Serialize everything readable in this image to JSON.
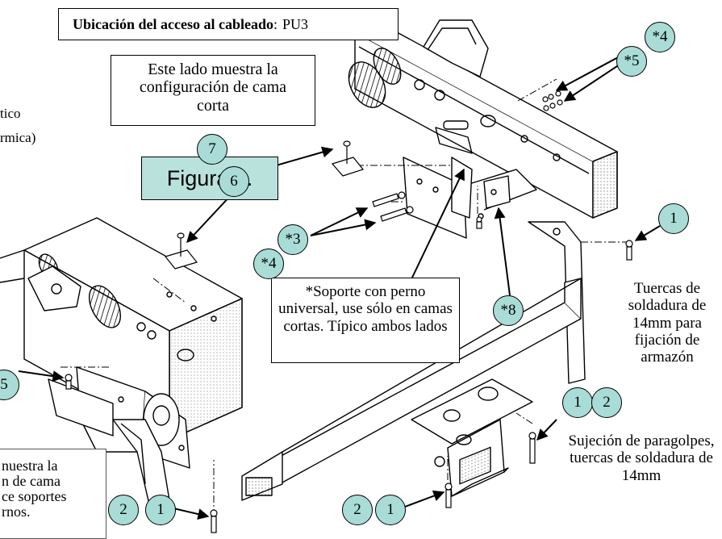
{
  "header": {
    "label": "Ubicación del acceso al cableado",
    "separator": ":",
    "value": "PU3"
  },
  "figure_label": "Figura 1.",
  "notes": {
    "short_bed": "Este lado muestra la configuración de cama corta",
    "universal_bracket": "*Soporte con perno universal, use sólo en camas cortas. Típico ambos lados",
    "weld_nuts_frame": "Tuercas de soldadura de 14mm para fijación de armazón",
    "bumper": "Sujeción de paragolpes, tuercas de soldadura de 14mm",
    "cut_top_left_1": "tico",
    "cut_top_left_2": "rmica)",
    "cut_bottom_left_1": "nuestra la",
    "cut_bottom_left_2": "n de cama",
    "cut_bottom_left_3": "ce soportes",
    "cut_bottom_left_4": "rnos."
  },
  "callouts": {
    "c4_top": "*4",
    "c5_top": "*5",
    "c7": "7",
    "c6": "6",
    "c3": "*3",
    "c4_mid": "*4",
    "c8": "*8",
    "c1_right": "1",
    "c5_left": "5",
    "c1_bumper": "1",
    "c2_bumper": "2",
    "c2_bottom_left": "2",
    "c1_bottom_left": "1",
    "c2_bottom_mid": "2",
    "c1_bottom_mid": "1"
  },
  "colors": {
    "callout_fill": "#a9dcd6",
    "figure_box_fill": "#b9e2dc",
    "line": "#000000",
    "background": "#ffffff"
  }
}
